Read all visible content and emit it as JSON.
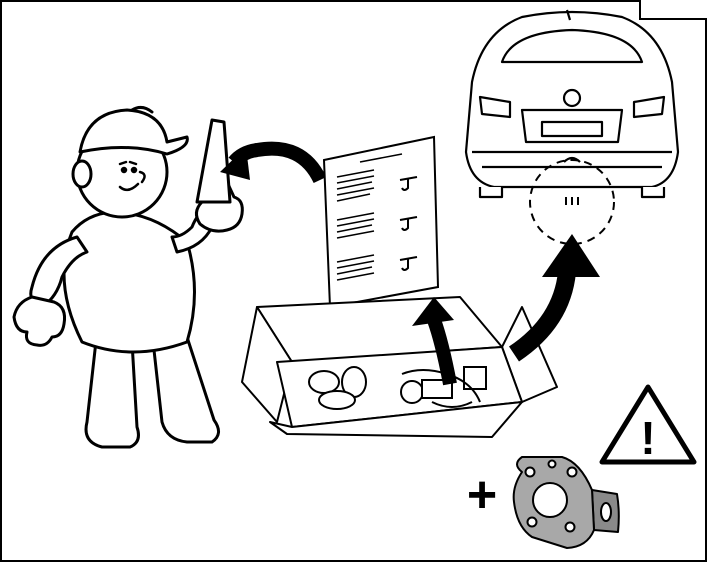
{
  "diagram": {
    "description_icons": [
      "mechanic-figure",
      "instruction-sheet",
      "parts-box",
      "car-rear",
      "warning-triangle",
      "bracket-plate"
    ],
    "plus_sign": "+",
    "warning_symbol": "!",
    "colors": {
      "line": "#000000",
      "background": "#ffffff",
      "bracket_fill": "#a8a8a8"
    }
  }
}
